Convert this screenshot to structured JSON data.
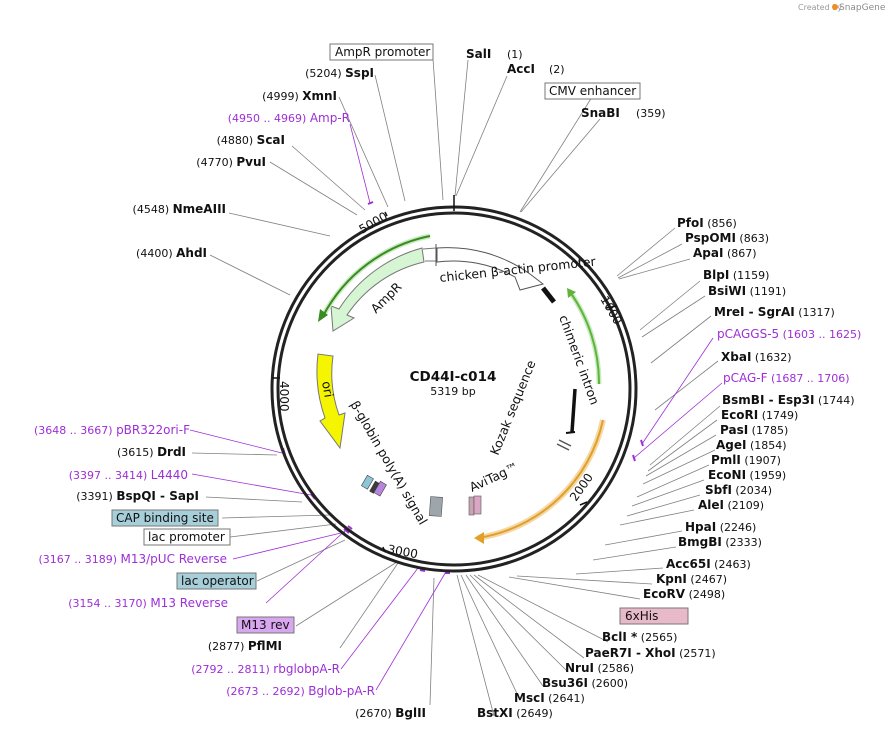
{
  "credit": {
    "text": "Created by",
    "brand": "SnapGene"
  },
  "plasmid": {
    "name": "CD44I-c014",
    "size": "5319 bp"
  },
  "ticks": [
    "1000",
    "2000",
    "3000",
    "4000",
    "5000"
  ],
  "features": [
    {
      "label": "chicken β-actin promoter"
    },
    {
      "label": "chimeric intron"
    },
    {
      "label": "Kozak sequence"
    },
    {
      "label": "AviTag™"
    },
    {
      "label": "β-globin poly(A) signal"
    },
    {
      "label": "ori"
    },
    {
      "label": "AmpR"
    }
  ],
  "boxed_labels": [
    {
      "text": "AmpR promoter"
    },
    {
      "text": "CMV enhancer"
    },
    {
      "text": "CAP binding site"
    },
    {
      "text": "lac promoter"
    },
    {
      "text": "lac operator"
    },
    {
      "text": "M13 rev"
    },
    {
      "text": "6xHis"
    }
  ],
  "right_labels": [
    {
      "name": "PfoI",
      "pos": "(856)"
    },
    {
      "name": "PspOMI",
      "pos": "(863)"
    },
    {
      "name": "ApaI",
      "pos": "(867)"
    },
    {
      "name": "BlpI",
      "pos": "(1159)"
    },
    {
      "name": "BsiWI",
      "pos": "(1191)"
    },
    {
      "name": "MreI  -  SgrAI",
      "pos": "(1317)"
    },
    {
      "name": "pCAGGS-5",
      "pos": "(1603 .. 1625)",
      "primer": true
    },
    {
      "name": "XbaI",
      "pos": "(1632)"
    },
    {
      "name": "pCAG-F",
      "pos": "(1687 .. 1706)",
      "primer": true
    },
    {
      "name": "BsmBI  -  Esp3I",
      "pos": "(1744)"
    },
    {
      "name": "EcoRI",
      "pos": "(1749)"
    },
    {
      "name": "PasI",
      "pos": "(1785)"
    },
    {
      "name": "AgeI",
      "pos": "(1854)"
    },
    {
      "name": "PmlI",
      "pos": "(1907)"
    },
    {
      "name": "EcoNI",
      "pos": "(1959)"
    },
    {
      "name": "SbfI",
      "pos": "(2034)"
    },
    {
      "name": "AleI",
      "pos": "(2109)"
    },
    {
      "name": "HpaI",
      "pos": "(2246)"
    },
    {
      "name": "BmgBI",
      "pos": "(2333)"
    },
    {
      "name": "Acc65I",
      "pos": "(2463)"
    },
    {
      "name": "KpnI",
      "pos": "(2467)"
    },
    {
      "name": "EcoRV",
      "pos": "(2498)"
    },
    {
      "name": "BclI *",
      "pos": "(2565)"
    },
    {
      "name": "PaeR7I  -  XhoI",
      "pos": "(2571)"
    },
    {
      "name": "NruI",
      "pos": "(2586)"
    },
    {
      "name": "Bsu36I",
      "pos": "(2600)"
    },
    {
      "name": "MscI",
      "pos": "(2641)"
    },
    {
      "name": "BstXI",
      "pos": "(2649)"
    }
  ],
  "top_labels": [
    {
      "name": "SalI",
      "pos": "(1)"
    },
    {
      "name": "AccI",
      "pos": "(2)"
    },
    {
      "name": "SnaBI",
      "pos": "(359)"
    }
  ],
  "left_labels": [
    {
      "name": "SspI",
      "pos": "(5204)"
    },
    {
      "name": "XmnI",
      "pos": "(4999)"
    },
    {
      "name": "Amp-R",
      "pos": "(4950 .. 4969)",
      "primer": true
    },
    {
      "name": "ScaI",
      "pos": "(4880)"
    },
    {
      "name": "PvuI",
      "pos": "(4770)"
    },
    {
      "name": "NmeAIII",
      "pos": "(4548)"
    },
    {
      "name": "AhdI",
      "pos": "(4400)"
    },
    {
      "name": "pBR322ori-F",
      "pos": "(3648 .. 3667)",
      "primer": true
    },
    {
      "name": "DrdI",
      "pos": "(3615)"
    },
    {
      "name": "L4440",
      "pos": "(3397 .. 3414)",
      "primer": true
    },
    {
      "name": "BspQI  -  SapI",
      "pos": "(3391)"
    },
    {
      "name": "M13/pUC Reverse",
      "pos": "(3167 .. 3189)",
      "primer": true
    },
    {
      "name": "M13 Reverse",
      "pos": "(3154 .. 3170)",
      "primer": true
    },
    {
      "name": "PflMI",
      "pos": "(2877)"
    },
    {
      "name": "rbglobpA-R",
      "pos": "(2792 .. 2811)",
      "primer": true
    },
    {
      "name": "Bglob-pA-R",
      "pos": "(2673 .. 2692)",
      "primer": true
    },
    {
      "name": "BglII",
      "pos": "(2670)"
    }
  ],
  "colors": {
    "primer": "#9d2fd6",
    "ampr": "#d6f5d2",
    "ori": "#f5f500",
    "intron_arc": "#62b33c",
    "avitag_arc": "#e0a02a",
    "boxed_blue": "#a7cfda",
    "boxed_purple": "#d9a7f0",
    "boxed_pink": "#e8b9c8"
  }
}
